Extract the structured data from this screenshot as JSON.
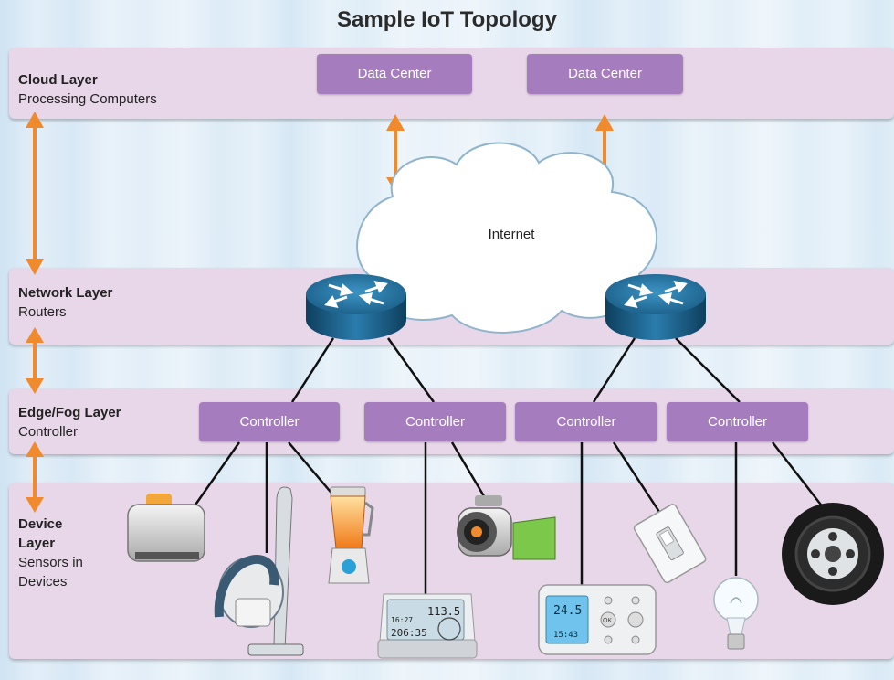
{
  "title": "Sample IoT Topology",
  "layers": {
    "cloud": {
      "name": "Cloud Layer",
      "desc": "Processing Computers"
    },
    "network": {
      "name": "Network Layer",
      "desc": "Routers"
    },
    "edge": {
      "name": "Edge/Fog Layer",
      "desc": "Controller"
    },
    "device": {
      "name": "Device Layer",
      "desc": "Sensors in Devices"
    }
  },
  "data_centers": [
    "Data Center",
    "Data Center"
  ],
  "internet_label": "Internet",
  "controllers": [
    "Controller",
    "Controller",
    "Controller",
    "Controller"
  ],
  "weather_station": {
    "line1": "113.5",
    "line2": "16:27",
    "line3": "206:35"
  },
  "thermostat": {
    "temp": "24.5",
    "time": "15:43",
    "ok": "OK"
  },
  "colors": {
    "layer_bg": "#e8d7e8",
    "box": "#a57cbd",
    "arrow": "#f08a2c",
    "router": "#1f6e9a"
  }
}
